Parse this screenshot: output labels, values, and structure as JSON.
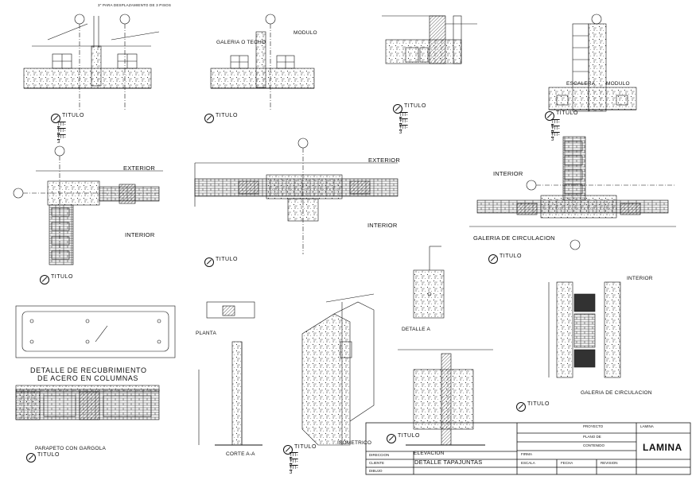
{
  "drawing": {
    "labels": {
      "exterior_1": "EXTERIOR",
      "interior_1": "INTERIOR",
      "exterior_2": "EXTERIOR",
      "interior_2": "INTERIOR",
      "interior_3": "INTERIOR",
      "interior_4": "INTERIOR",
      "galeria_circulacion_1": "GALERIA DE CIRCULACION",
      "galeria_circulacion_2": "GALERIA DE CIRCULACION",
      "galeria_techo": "GALERIA O TECHO",
      "modulo_1": "MODULO",
      "modulo_2": "MODULO",
      "escalera": "ESCALERA",
      "detalle_recubrimiento_1": "DETALLE DE RECUBRIMIENTO",
      "detalle_recubrimiento_2": "DE ACERO EN COLUMNAS",
      "parapeto": "PARAPETO CON GARGOLA",
      "planta": "PLANTA",
      "corte": "CORTE A-A",
      "isometrico": "ISOMETRICO",
      "elevacion": "ELEVACION",
      "detalle_a": "DETALLE A",
      "detalle_tapajuntas": "DETALLE TAPAJUNTAS",
      "note_top": "3\" PARA DESPLAZAMIENTO DE 3 PISOS"
    },
    "titulos": [
      {
        "name": "TITULO",
        "items": [
          "TIT-1",
          "TIT-2",
          "TIT-3"
        ]
      },
      {
        "name": "TITULO"
      },
      {
        "name": "TITULO",
        "items": [
          "TIT-1",
          "TIT-2",
          "TIT-3"
        ]
      },
      {
        "name": "TITULO",
        "items": [
          "TIT-1",
          "TIT-2",
          "TIT-3"
        ]
      },
      {
        "name": "TITULO"
      },
      {
        "name": "TITULO"
      },
      {
        "name": "TITULO"
      },
      {
        "name": "TITULO"
      },
      {
        "name": "TITULO"
      },
      {
        "name": "TITULO",
        "items": [
          "TIT-1",
          "TIT-2",
          "TIT-3"
        ]
      },
      {
        "name": "TITULO"
      }
    ]
  },
  "title_block": {
    "proyecto": "PROYECTO",
    "direccion": "DIRECCION",
    "lamina_label": "LAMINA",
    "lamina_value": "LAMINA",
    "revision": "REVISION",
    "escala": "ESCALA",
    "fecha": "FECHA",
    "dibujo": "DIBUJO",
    "cliente": "CLIENTE",
    "plano": "PLANO DE",
    "contenido": "CONTENIDO",
    "firma": "FIRMA"
  }
}
